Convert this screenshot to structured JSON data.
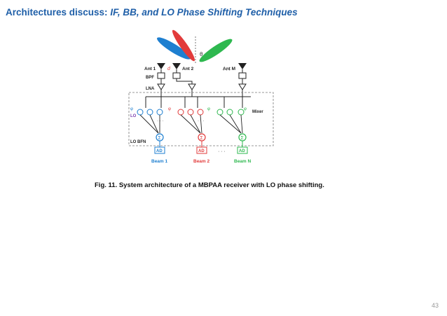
{
  "slide": {
    "title_prefix": "Architectures discuss: ",
    "title_emphasis": "IF, BB, and LO Phase Shifting Techniques",
    "caption": "Fig. 11. System architecture of a MBPAA receiver with LO phase shifting.",
    "page_number": "43"
  },
  "diagram": {
    "theta": "θ",
    "ant1": "Ant 1",
    "d": "d",
    "ant2": "Ant 2",
    "antm": "Ant M",
    "bpf": "BPF",
    "lna": "LNA",
    "lo": "LO",
    "mixer": "Mixer",
    "lobfn": "LO BFN",
    "ellipsis": "· · ·",
    "sum": "Σ",
    "ad": "AD",
    "beam1": "Beam 1",
    "beam2": "Beam 2",
    "beamn": "Beam N",
    "phi": "φ",
    "colors": {
      "blue": "#1e7fd0",
      "red": "#e23b3b",
      "green": "#2eb84f",
      "purple": "#7b3fb0"
    }
  }
}
